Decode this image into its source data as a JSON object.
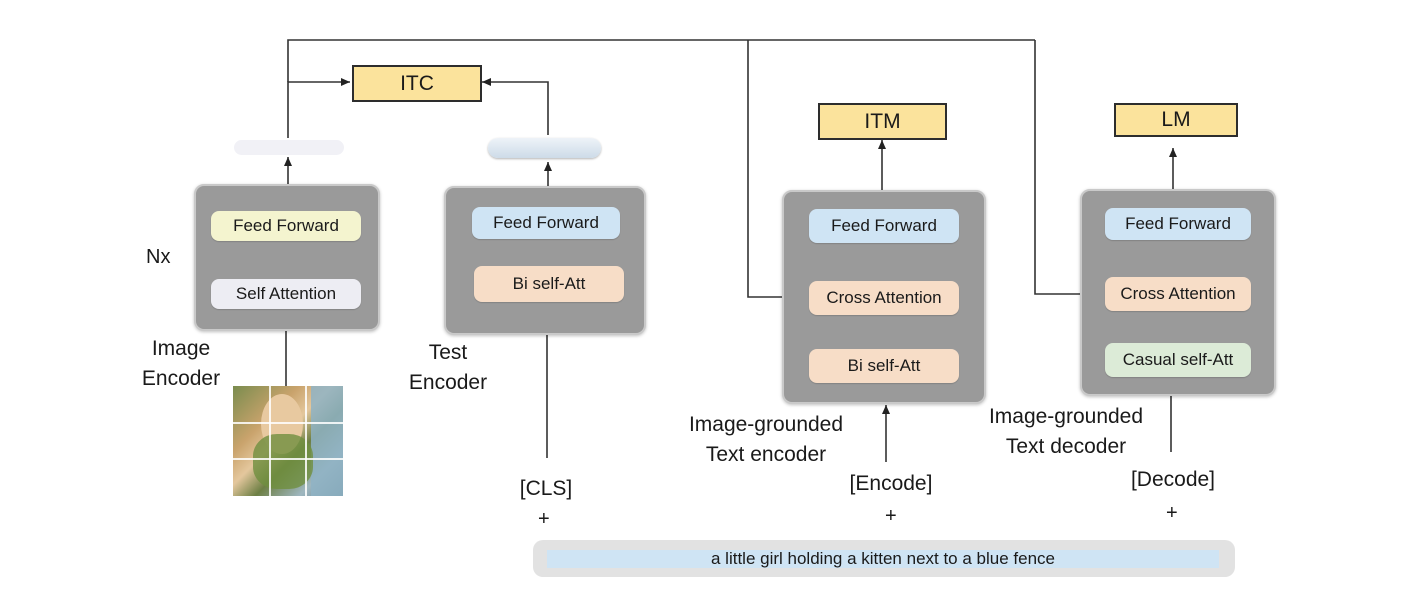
{
  "losses": {
    "itc": "ITC",
    "itm": "ITM",
    "lm": "LM"
  },
  "nx": "Nx",
  "image_encoder": {
    "label_line1": "Image",
    "label_line2": "Encoder",
    "feed_forward": "Feed Forward",
    "self_attention": "Self Attention"
  },
  "text_encoder": {
    "label_line1": "Test",
    "label_line2": "Encoder",
    "feed_forward": "Feed  Forward",
    "bi_self_att": "Bi self-Att",
    "token": "[CLS]",
    "plus": "+"
  },
  "grounded_encoder": {
    "label_line1": "Image-grounded",
    "label_line2": "Text encoder",
    "feed_forward": "Feed  Forward",
    "cross_attention": "Cross Attention",
    "bi_self_att": "Bi self-Att",
    "token": "[Encode]",
    "plus": "+"
  },
  "grounded_decoder": {
    "label_line1": "Image-grounded",
    "label_line2": "Text decoder",
    "feed_forward": "Feed  Forward",
    "cross_attention": "Cross Attention",
    "causal_self_att": "Casual self-Att",
    "token": "[Decode]",
    "plus": "+"
  },
  "caption": "a little girl holding a kitten next to a blue fence",
  "colors": {
    "loss_fill": "#fbe39c",
    "block_gray": "#9a9a9a",
    "feed_forward_blue": "#cfe4f4",
    "feed_forward_yellow": "#f4f4cf",
    "attention_peach": "#f7ddc7",
    "causal_green": "#dcebd7"
  }
}
